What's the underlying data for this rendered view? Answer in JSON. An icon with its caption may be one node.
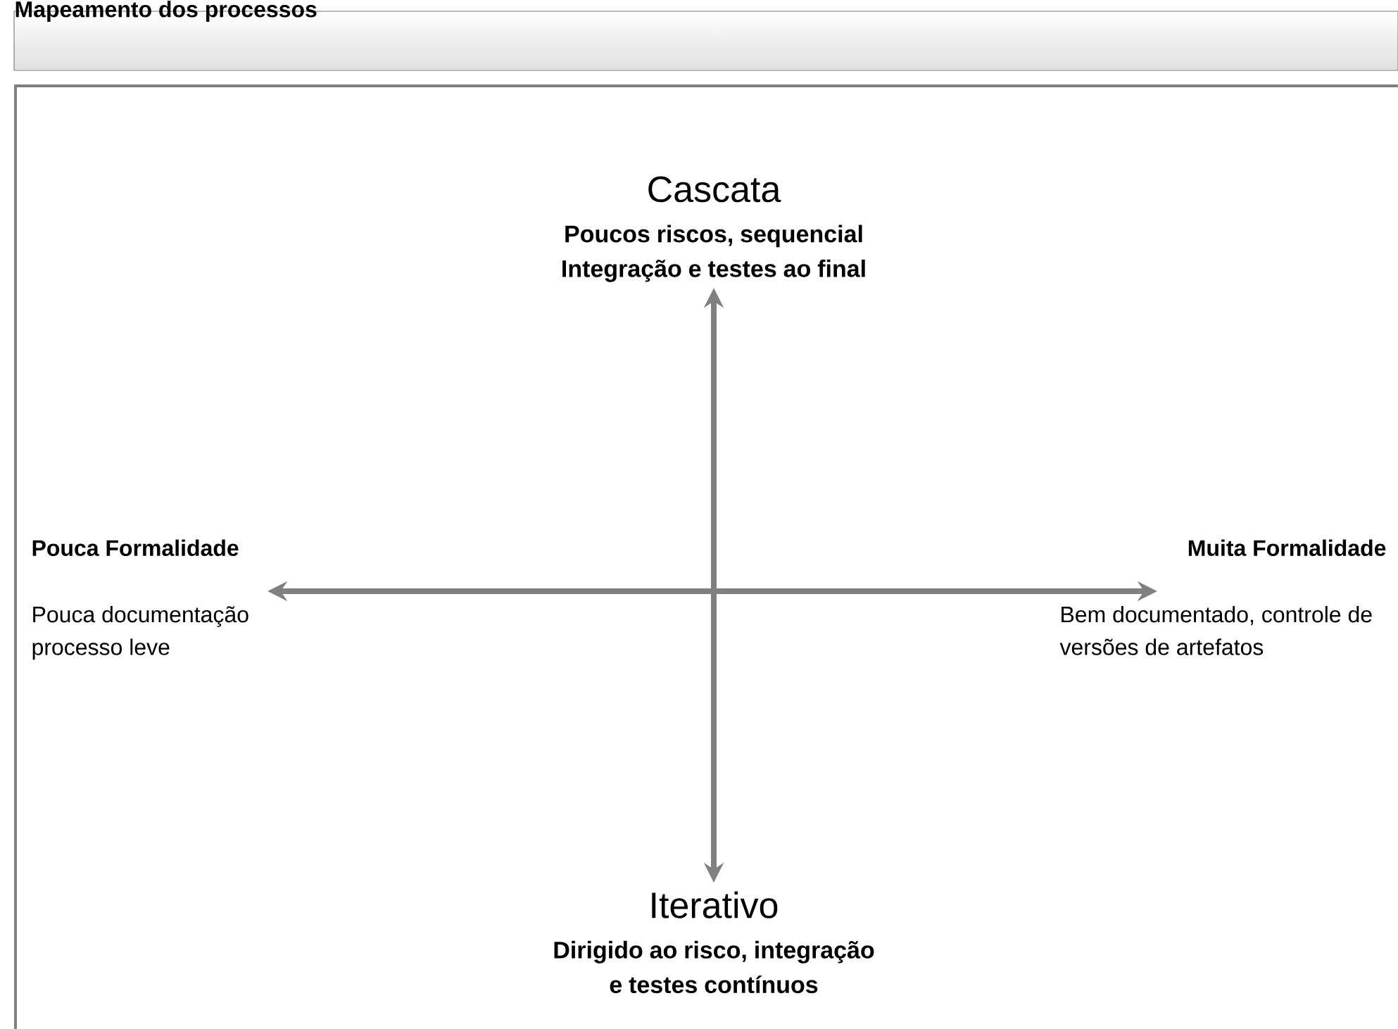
{
  "diagram": {
    "title": "Mapeamento dos processos",
    "nodes": [
      {
        "text": [
          "Cascata",
          "Poucos riscos, sequencial Integração e testes ao final"
        ]
      },
      {
        "text": [
          "Pouca Formalidade",
          "Pouca documentação processo leve"
        ]
      },
      {
        "text": [
          "Muita Formalidade",
          "Bem documentado, controle de versões de artefatos"
        ]
      },
      {
        "text": [
          "Iterativo",
          "Dirigido ao risco, integração e testes contínuos"
        ]
      }
    ],
    "edges": [
      {
        "from": 0,
        "to": 3,
        "arrow": "both"
      },
      {
        "from": 1,
        "to": 2,
        "arrow": "both"
      }
    ]
  }
}
